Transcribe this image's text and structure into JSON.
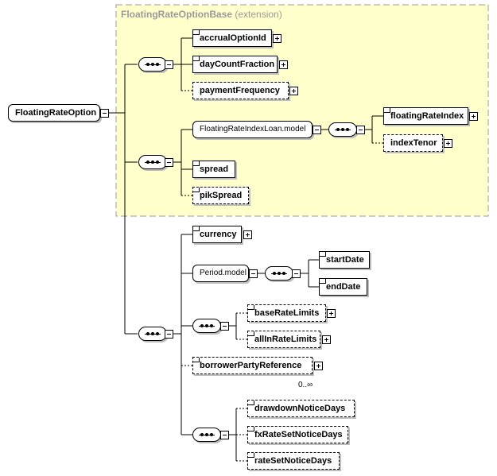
{
  "extension": {
    "base": "FloatingRateOptionBase",
    "suffix": "(extension)"
  },
  "root": {
    "label": "FloatingRateOption"
  },
  "elements": {
    "accrualOptionId": "accrualOptionId",
    "dayCountFraction": "dayCountFraction",
    "paymentFrequency": "paymentFrequency",
    "floatingRateIndexLoanModel": "FloatingRateIndexLoan.model",
    "floatingRateIndex": "floatingRateIndex",
    "indexTenor": "indexTenor",
    "spread": "spread",
    "pikSpread": "pikSpread",
    "currency": "currency",
    "periodModel": "Period.model",
    "startDate": "startDate",
    "endDate": "endDate",
    "baseRateLimits": "baseRateLimits",
    "allInRateLimits": "allInRateLimits",
    "borrowerPartyReference": "borrowerPartyReference",
    "drawdownNoticeDays": "drawdownNoticeDays",
    "fxRateSetNoticeDays": "fxRateSetNoticeDays",
    "rateSetNoticeDays": "rateSetNoticeDays"
  },
  "cardinality": {
    "borrowerPartyReference": "0..∞"
  },
  "colors": {
    "extension_fill": "#ffffcc",
    "extension_border": "#999999",
    "line": "#000000"
  }
}
